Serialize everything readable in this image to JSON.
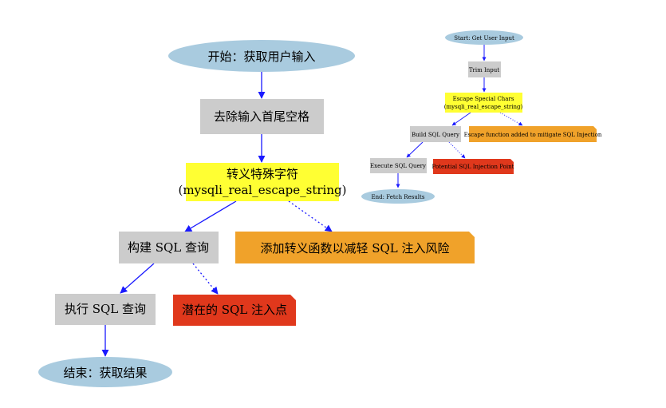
{
  "colors": {
    "ellipse": "#a9cbdf",
    "process": "#cccccc",
    "highlight": "#ffff33",
    "note_orange": "#f0a22a",
    "note_red": "#e0381c",
    "edge": "#1a1aff"
  },
  "large": {
    "start": "开始：获取用户输入",
    "trim": "去除输入首尾空格",
    "escape_line1": "转义特殊字符",
    "escape_line2": "(mysqli_real_escape_string)",
    "note_escape": "添加转义函数以减轻 SQL 注入风险",
    "build": "构建 SQL 查询",
    "note_injection": "潜在的 SQL 注入点",
    "execute": "执行 SQL 查询",
    "end": "结束：获取结果"
  },
  "small": {
    "start": "Start: Get User Input",
    "trim": "Trim Input",
    "escape_line1": "Escape Special Chars",
    "escape_line2": "(mysqli_real_escape_string)",
    "note_escape": "Escape function added to mitigate SQL Injection",
    "build": "Build SQL Query",
    "note_injection": "Potential SQL Injection Point",
    "execute": "Execute SQL Query",
    "end": "End: Fetch Results"
  }
}
